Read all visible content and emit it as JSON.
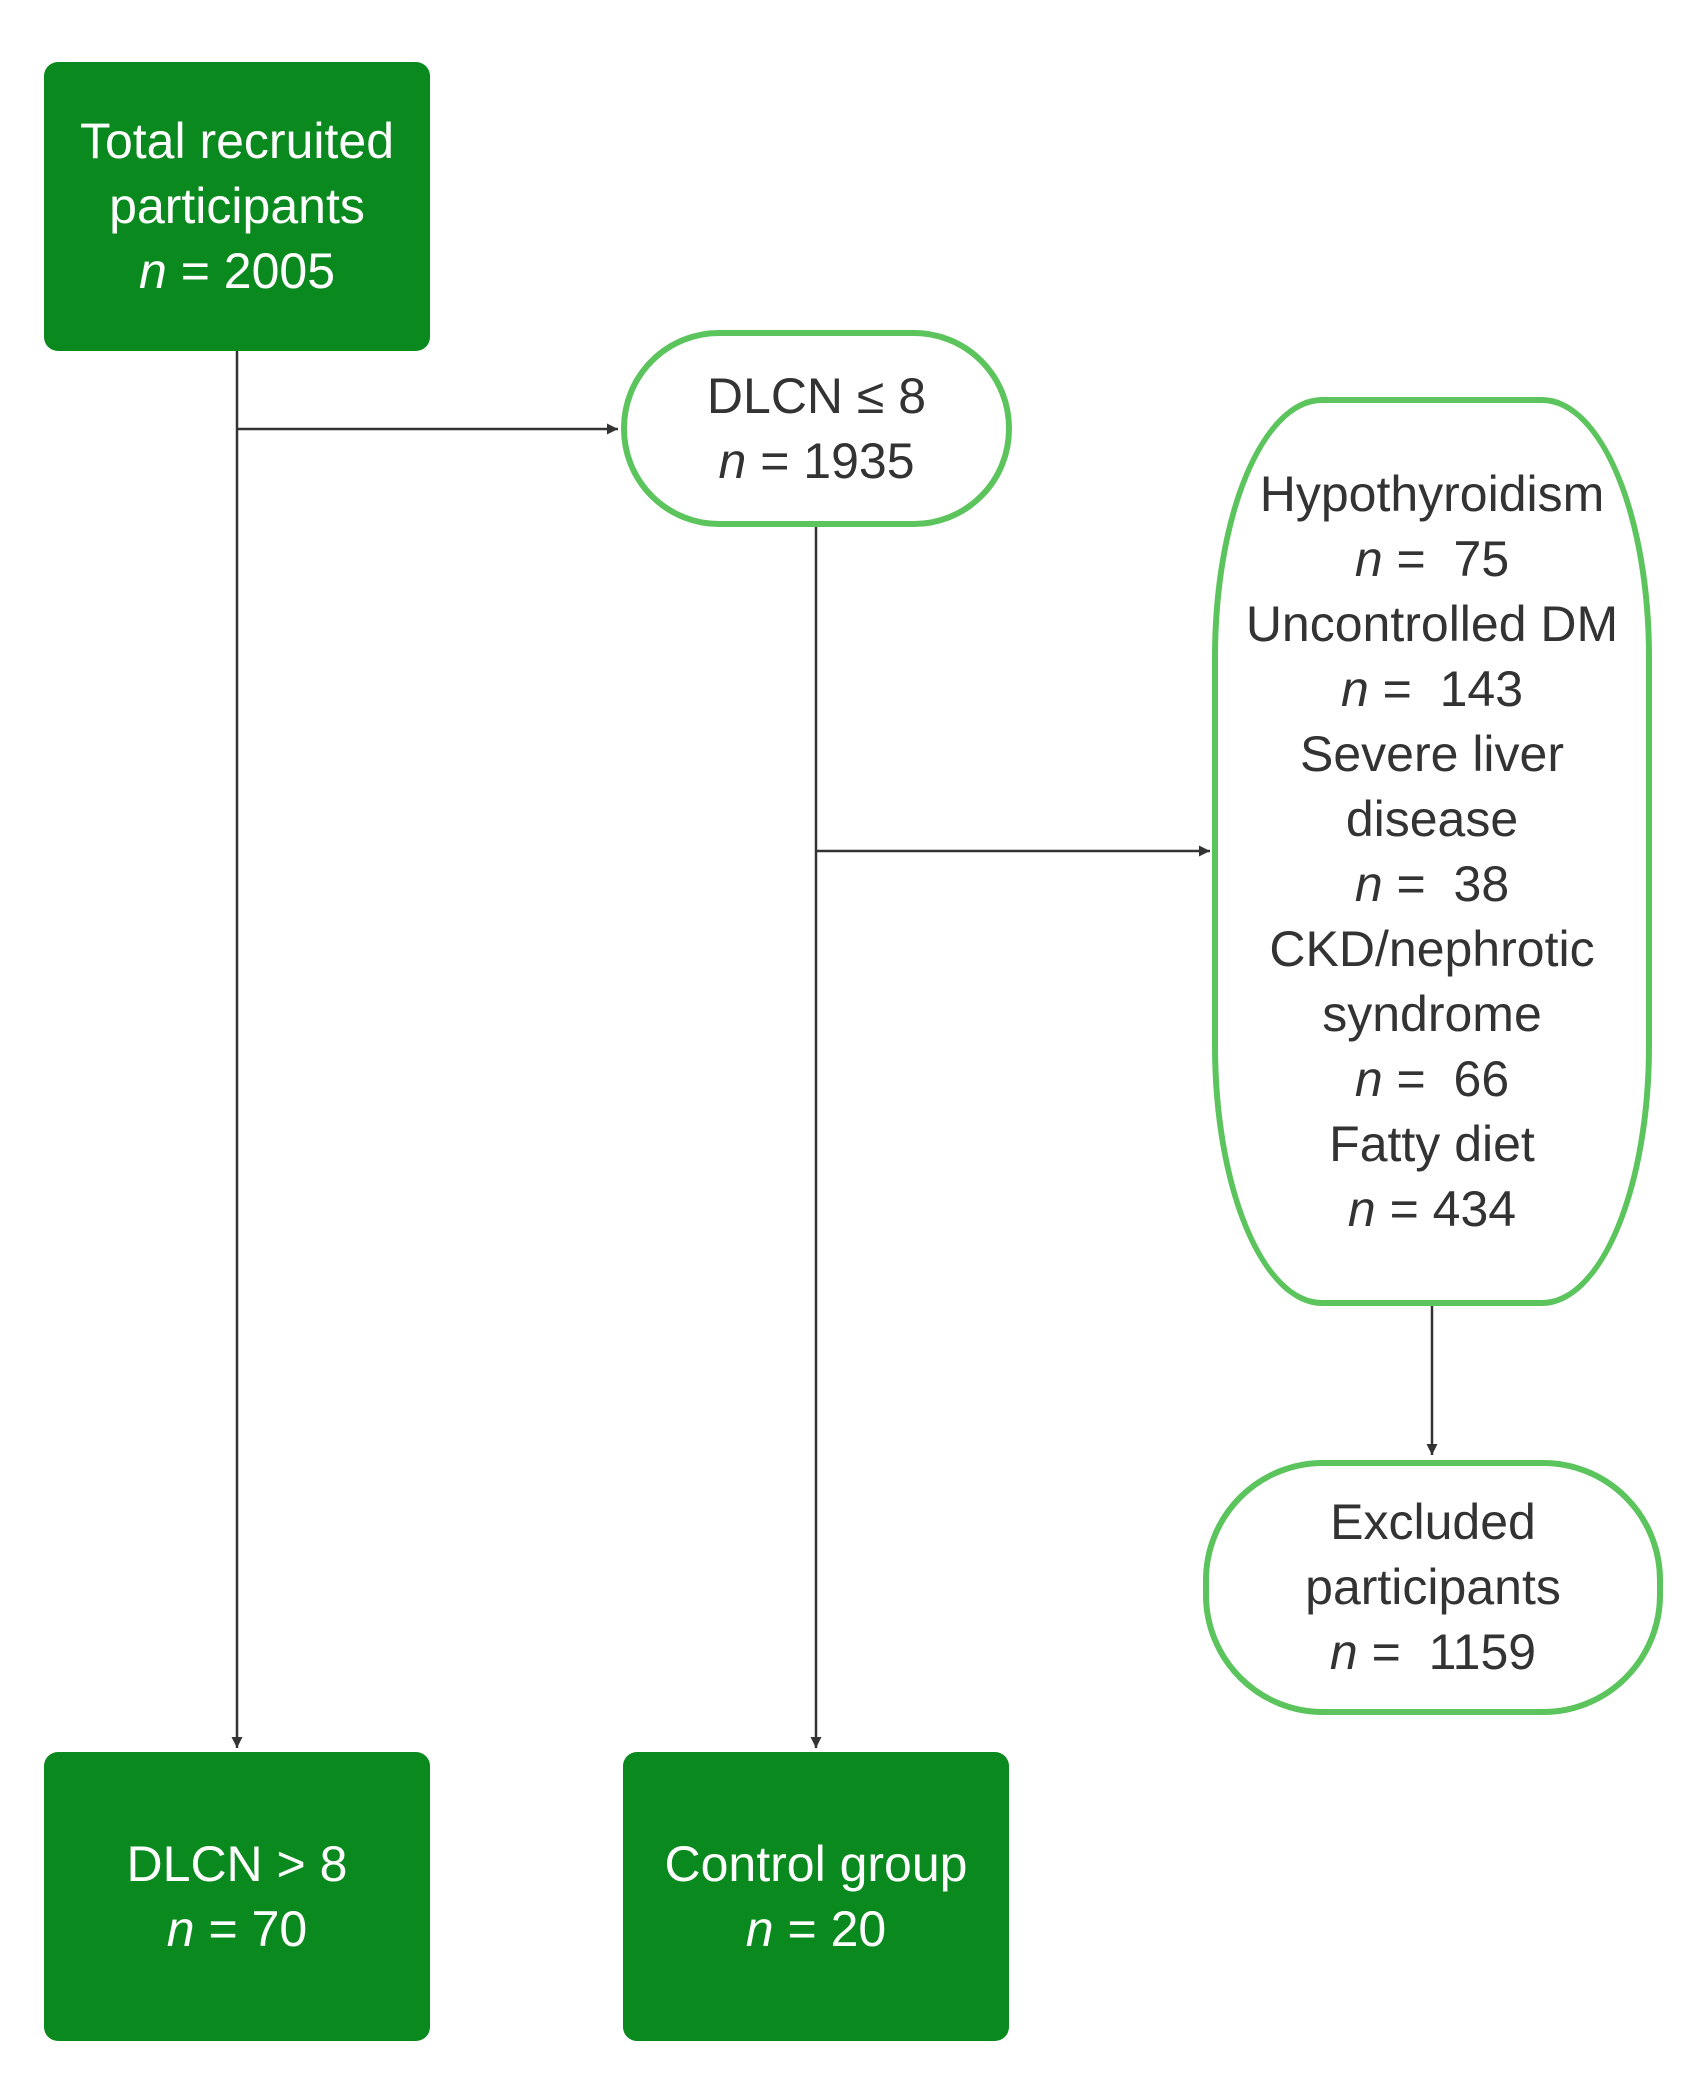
{
  "colors": {
    "solid_fill": "#0a8a1e",
    "outline_stroke": "#5cc45c",
    "connector": "#333333"
  },
  "nodes": {
    "total": {
      "lines": [
        "Total recruited",
        "participants"
      ],
      "n_label": "n",
      "n_value": " = 2005"
    },
    "dlcn_le8": {
      "lines": [
        "DLCN ≤ 8"
      ],
      "n_label": "n",
      "n_value": " = 1935"
    },
    "exclusions": {
      "items": [
        {
          "lines": [
            "Hypothyroidism"
          ],
          "n_label": "n",
          "n_value": " =  75"
        },
        {
          "lines": [
            "Uncontrolled DM"
          ],
          "n_label": "n",
          "n_value": " =  143"
        },
        {
          "lines": [
            "Severe liver",
            "disease"
          ],
          "n_label": "n",
          "n_value": " =  38"
        },
        {
          "lines": [
            "CKD/nephrotic",
            "syndrome"
          ],
          "n_label": "n",
          "n_value": " =  66"
        },
        {
          "lines": [
            "Fatty diet"
          ],
          "n_label": "n",
          "n_value": " = 434"
        }
      ]
    },
    "excluded": {
      "lines": [
        "Excluded",
        "participants"
      ],
      "n_label": "n",
      "n_value": " =  1159"
    },
    "dlcn_gt8": {
      "lines": [
        "DLCN > 8"
      ],
      "n_label": "n",
      "n_value": " = 70"
    },
    "control": {
      "lines": [
        "Control group"
      ],
      "n_label": "n",
      "n_value": " = 20"
    }
  }
}
